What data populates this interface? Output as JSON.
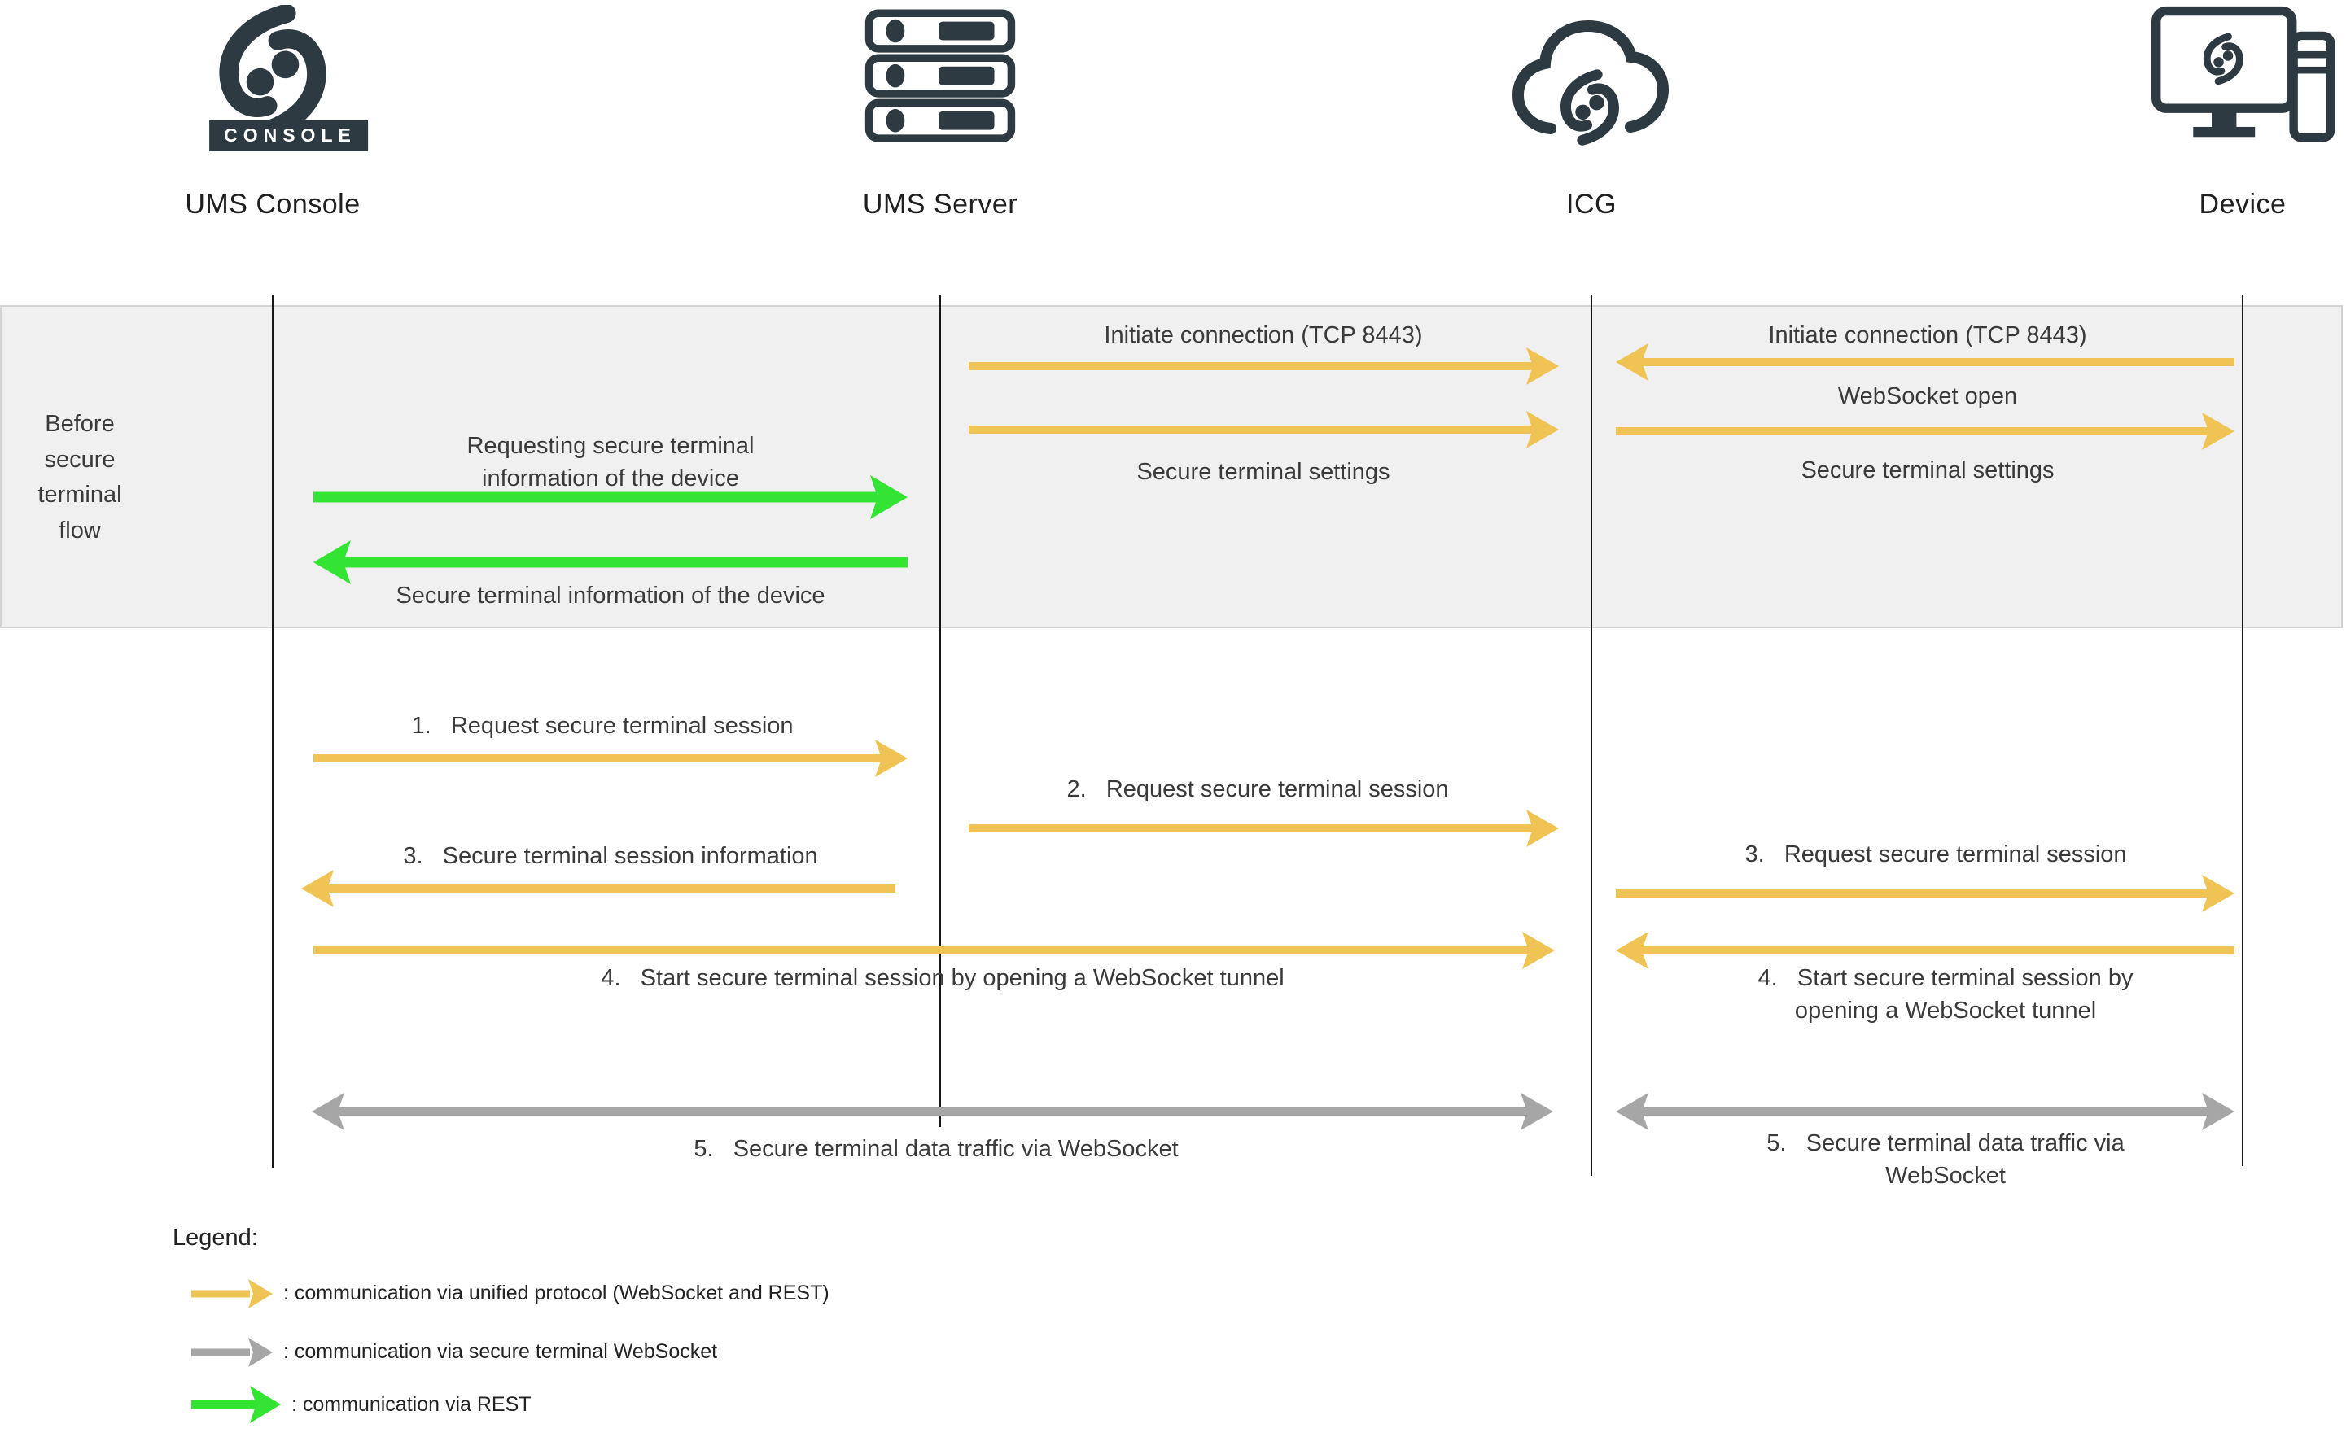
{
  "colors": {
    "yellow": "#F0C355",
    "green": "#33E433",
    "gray": "#A6A6A6",
    "icon": "#2D3A42",
    "band_bg": "#F0F0F0",
    "band_border": "#D4D4D4",
    "text": "#3A3A3A"
  },
  "actors": [
    {
      "name": "UMS Console",
      "icon": "igel-console-logo-icon",
      "badge": "CONSOLE"
    },
    {
      "name": "UMS Server",
      "icon": "server-rack-icon"
    },
    {
      "name": "ICG",
      "icon": "cloud-link-icon"
    },
    {
      "name": "Device",
      "icon": "desktop-computer-icon"
    }
  ],
  "flow_band": {
    "label": "Before secure terminal flow",
    "console_server": {
      "request": "Requesting secure terminal\ninformation of the device",
      "response": "Secure terminal information of the device"
    },
    "server_icg": {
      "initiate": "Initiate connection (TCP 8443)",
      "settings": "Secure terminal settings"
    },
    "icg_device": {
      "initiate": "Initiate connection (TCP 8443)",
      "websocket": "WebSocket open",
      "settings": "Secure terminal settings"
    }
  },
  "steps": {
    "s1": "1.   Request secure terminal session",
    "s2": "2.   Request secure terminal session",
    "s3_console": "3.   Secure terminal session information",
    "s3_device": "3.   Request secure terminal session",
    "s4_long": "4.   Start secure terminal session by opening a WebSocket tunnel",
    "s4_device": "4.   Start secure terminal session by\nopening a WebSocket tunnel",
    "s5_long": "5.   Secure terminal data traffic via WebSocket",
    "s5_device": "5.   Secure terminal data traffic via\nWebSocket"
  },
  "legend": {
    "title": "Legend:",
    "items": [
      {
        "arrow_color": "yellow",
        "text": ": communication via unified protocol (WebSocket and REST)"
      },
      {
        "arrow_color": "gray",
        "text": ": communication via secure terminal WebSocket"
      },
      {
        "arrow_color": "green",
        "text": ": communication via REST"
      }
    ]
  }
}
